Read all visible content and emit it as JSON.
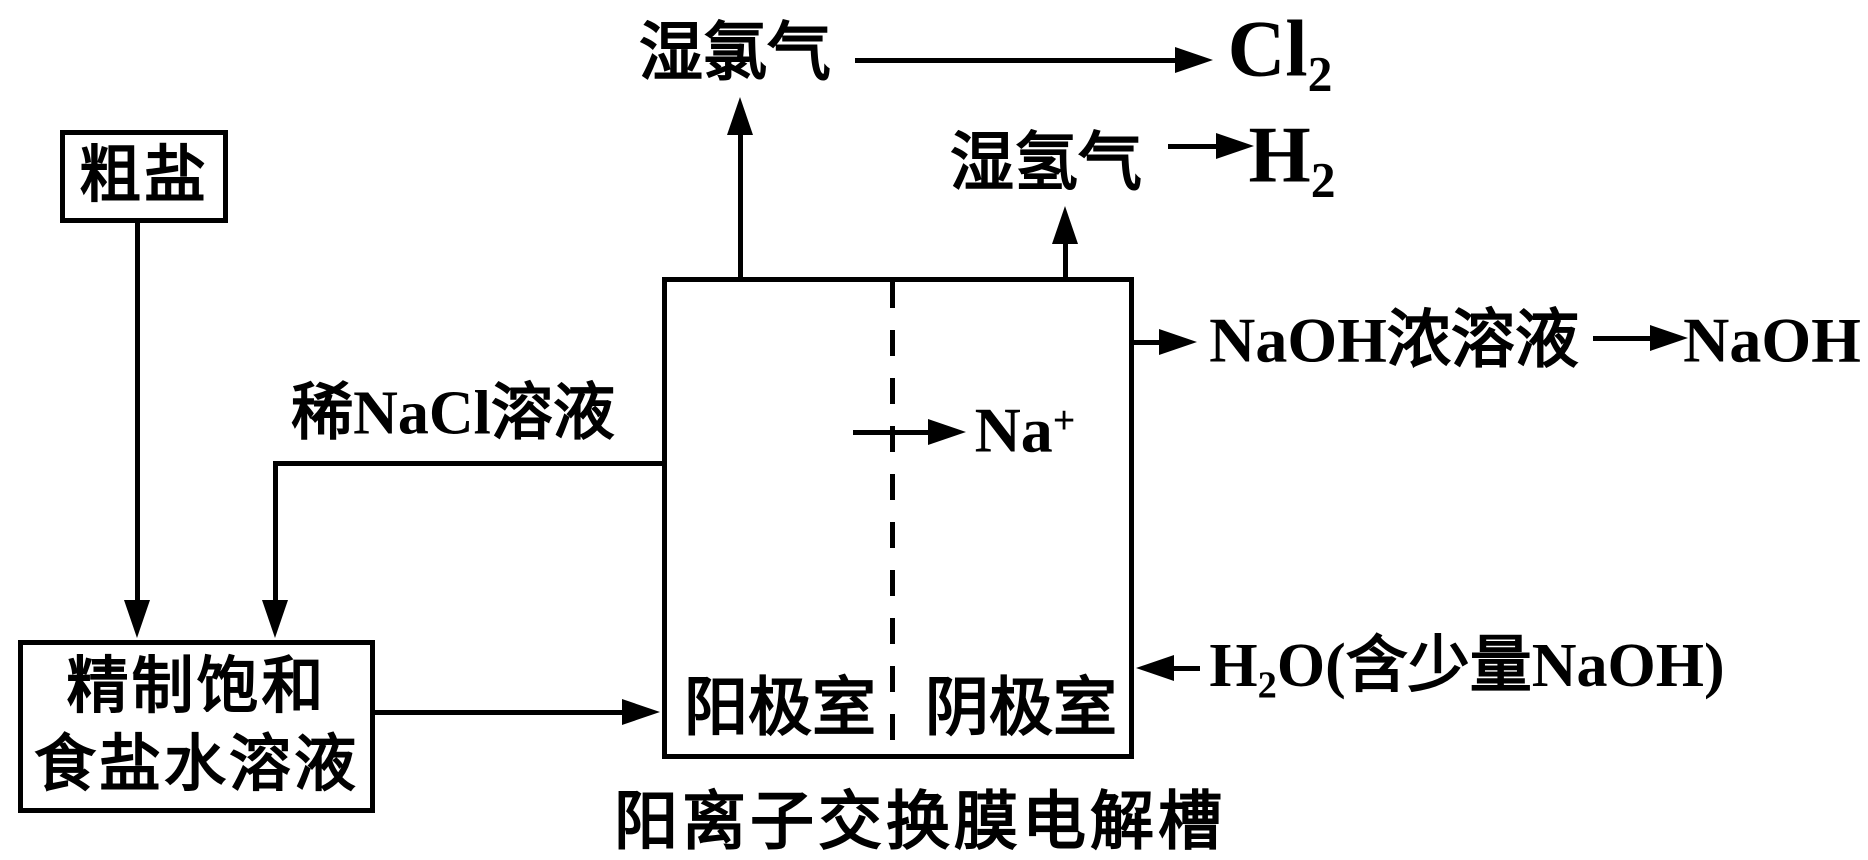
{
  "diagram": {
    "caption": "阳离子交换膜电解槽",
    "colors": {
      "ink": "#000000",
      "background": "#ffffff"
    },
    "nodes": {
      "crude_salt": "粗盐",
      "refined_brine_line1": "精制饱和",
      "refined_brine_line2": "食盐水溶液",
      "anode_chamber": "阳极室",
      "cathode_chamber": "阴极室"
    },
    "labels": {
      "wet_chlorine": "湿氯气",
      "chlorine_symbol": "Cl",
      "chlorine_subscript": "2",
      "wet_hydrogen": "湿氢气",
      "hydrogen_symbol": "H",
      "hydrogen_subscript": "2",
      "dilute_nacl_solution": "稀NaCl溶液",
      "sodium_symbol": "Na",
      "sodium_superscript": "+",
      "naoh_concentrated_solution": "NaOH浓溶液",
      "naoh_product": "NaOH",
      "water_h": "H",
      "water_subscript": "2",
      "water_rest": "O(含少量NaOH)"
    }
  }
}
